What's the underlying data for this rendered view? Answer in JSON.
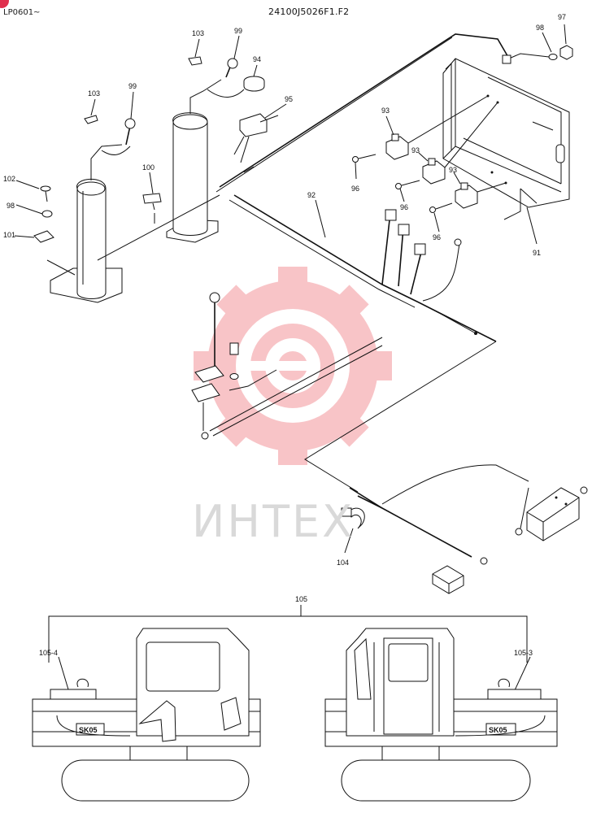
{
  "header": {
    "serial_range": "LP0601~",
    "drawing_id": "24100J5026F1.F2"
  },
  "watermark": {
    "text": "ИНТЕХ",
    "color": "#e8303a"
  },
  "callouts": {
    "c91": "91",
    "c92": "92",
    "c93a": "93",
    "c93b": "93",
    "c93c": "93",
    "c94": "94",
    "c95": "95",
    "c96a": "96",
    "c96b": "96",
    "c96c": "96",
    "c97": "97",
    "c98a": "98",
    "c98b": "98",
    "c99a": "99",
    "c99b": "99",
    "c100": "100",
    "c101": "101",
    "c102": "102",
    "c103a": "103",
    "c103b": "103",
    "c104": "104",
    "c105": "105",
    "c1054": "105-4",
    "c1053": "105-3"
  },
  "decals": {
    "left": "SK05",
    "right": "SK05"
  }
}
